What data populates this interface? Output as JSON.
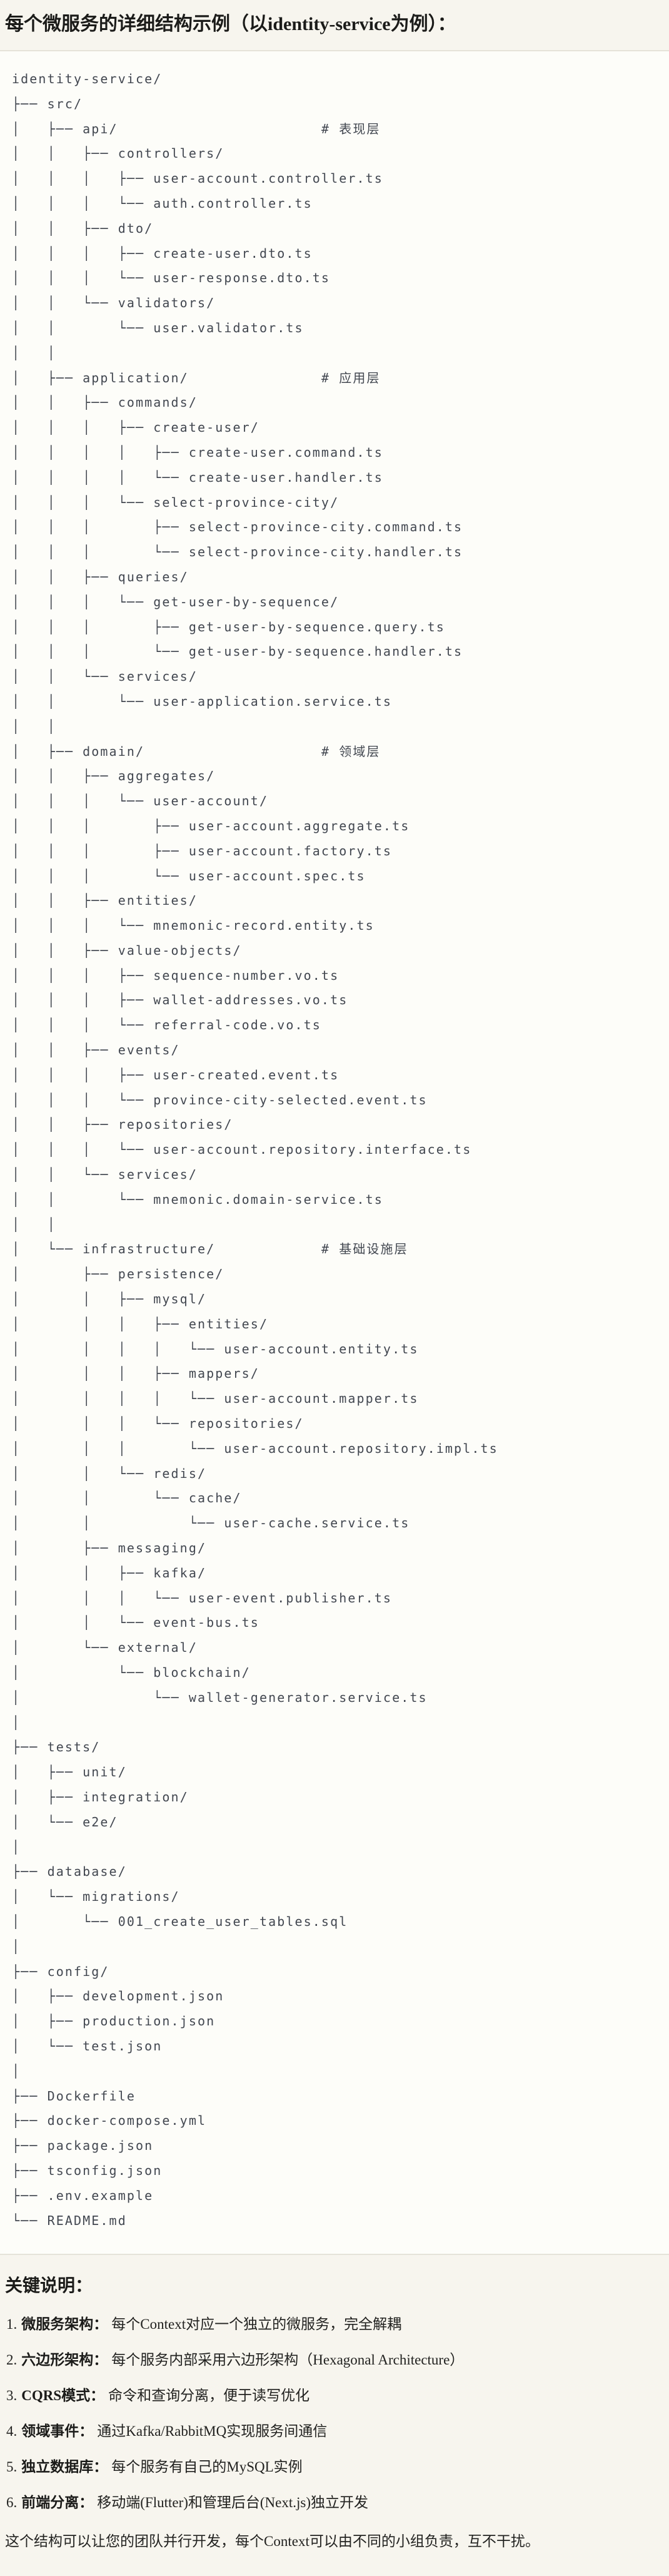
{
  "page": {
    "title": "每个微服务的详细结构示例（以identity-service为例）："
  },
  "tree": {
    "lines": [
      "identity-service/",
      "├── src/",
      "│   ├── api/                       # 表现层",
      "│   │   ├── controllers/",
      "│   │   │   ├── user-account.controller.ts",
      "│   │   │   └── auth.controller.ts",
      "│   │   ├── dto/",
      "│   │   │   ├── create-user.dto.ts",
      "│   │   │   └── user-response.dto.ts",
      "│   │   └── validators/",
      "│   │       └── user.validator.ts",
      "│   │",
      "│   ├── application/               # 应用层",
      "│   │   ├── commands/",
      "│   │   │   ├── create-user/",
      "│   │   │   │   ├── create-user.command.ts",
      "│   │   │   │   └── create-user.handler.ts",
      "│   │   │   └── select-province-city/",
      "│   │   │       ├── select-province-city.command.ts",
      "│   │   │       └── select-province-city.handler.ts",
      "│   │   ├── queries/",
      "│   │   │   └── get-user-by-sequence/",
      "│   │   │       ├── get-user-by-sequence.query.ts",
      "│   │   │       └── get-user-by-sequence.handler.ts",
      "│   │   └── services/",
      "│   │       └── user-application.service.ts",
      "│   │",
      "│   ├── domain/                    # 领域层",
      "│   │   ├── aggregates/",
      "│   │   │   └── user-account/",
      "│   │   │       ├── user-account.aggregate.ts",
      "│   │   │       ├── user-account.factory.ts",
      "│   │   │       └── user-account.spec.ts",
      "│   │   ├── entities/",
      "│   │   │   └── mnemonic-record.entity.ts",
      "│   │   ├── value-objects/",
      "│   │   │   ├── sequence-number.vo.ts",
      "│   │   │   ├── wallet-addresses.vo.ts",
      "│   │   │   └── referral-code.vo.ts",
      "│   │   ├── events/",
      "│   │   │   ├── user-created.event.ts",
      "│   │   │   └── province-city-selected.event.ts",
      "│   │   ├── repositories/",
      "│   │   │   └── user-account.repository.interface.ts",
      "│   │   └── services/",
      "│   │       └── mnemonic.domain-service.ts",
      "│   │",
      "│   └── infrastructure/            # 基础设施层",
      "│       ├── persistence/",
      "│       │   ├── mysql/",
      "│       │   │   ├── entities/",
      "│       │   │   │   └── user-account.entity.ts",
      "│       │   │   ├── mappers/",
      "│       │   │   │   └── user-account.mapper.ts",
      "│       │   │   └── repositories/",
      "│       │   │       └── user-account.repository.impl.ts",
      "│       │   └── redis/",
      "│       │       └── cache/",
      "│       │           └── user-cache.service.ts",
      "│       ├── messaging/",
      "│       │   ├── kafka/",
      "│       │   │   └── user-event.publisher.ts",
      "│       │   └── event-bus.ts",
      "│       └── external/",
      "│           └── blockchain/",
      "│               └── wallet-generator.service.ts",
      "│",
      "├── tests/",
      "│   ├── unit/",
      "│   ├── integration/",
      "│   └── e2e/",
      "│",
      "├── database/",
      "│   └── migrations/",
      "│       └── 001_create_user_tables.sql",
      "│",
      "├── config/",
      "│   ├── development.json",
      "│   ├── production.json",
      "│   └── test.json",
      "│",
      "├── Dockerfile",
      "├── docker-compose.yml",
      "├── package.json",
      "├── tsconfig.json",
      "├── .env.example",
      "└── README.md"
    ]
  },
  "notes": {
    "heading": "关键说明：",
    "items": [
      {
        "num": "1.",
        "label": "微服务架构：",
        "text": "每个Context对应一个独立的微服务，完全解耦"
      },
      {
        "num": "2.",
        "label": "六边形架构：",
        "text": "每个服务内部采用六边形架构（Hexagonal Architecture）"
      },
      {
        "num": "3.",
        "label": "CQRS模式：",
        "text": "命令和查询分离，便于读写优化"
      },
      {
        "num": "4.",
        "label": "领域事件：",
        "text": "通过Kafka/RabbitMQ实现服务间通信"
      },
      {
        "num": "5.",
        "label": "独立数据库：",
        "text": "每个服务有自己的MySQL实例"
      },
      {
        "num": "6.",
        "label": "前端分离：",
        "text": "移动端(Flutter)和管理后台(Next.js)独立开发"
      }
    ],
    "footer": "这个结构可以让您的团队并行开发，每个Context可以由不同的小组负责，互不干扰。"
  },
  "colors": {
    "page_bg": "#f7f5ee",
    "code_bg": "#fdfdf9",
    "divider": "#e5e3d9",
    "tree_text": "#424750",
    "heading_text": "#1b1b19",
    "body_text": "#222220"
  }
}
